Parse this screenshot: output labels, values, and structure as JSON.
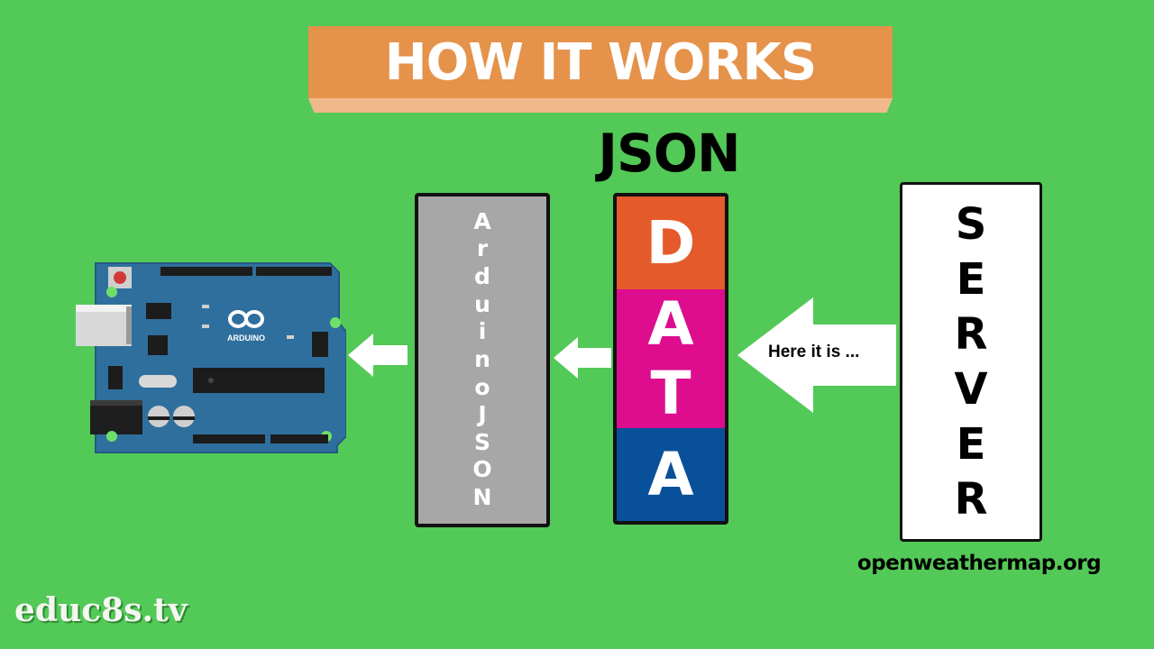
{
  "banner": {
    "title": "HOW IT WORKS"
  },
  "json_label": "JSON",
  "arduinojson_letters": [
    "A",
    "r",
    "d",
    "u",
    "i",
    "n",
    "o",
    "J",
    "S",
    "O",
    "N"
  ],
  "data_letters": [
    "D",
    "A",
    "T",
    "A"
  ],
  "server_letters": [
    "S",
    "E",
    "R",
    "V",
    "E",
    "R"
  ],
  "arrow_text": "Here it is ...",
  "url": "openweathermap.org",
  "watermark": "educ8s.tv",
  "board_logo_text": "ARDUINO",
  "colors": {
    "background": "#53c957",
    "banner": "#e5924a",
    "data_top": "#e55a2b",
    "data_middle": "#dd0d8e",
    "data_bottom": "#08509a",
    "arduinojson_box": "#a7a7a7",
    "board": "#2f6f9e"
  },
  "icons": [
    "arduino-board-icon",
    "arrow-left-icon"
  ]
}
